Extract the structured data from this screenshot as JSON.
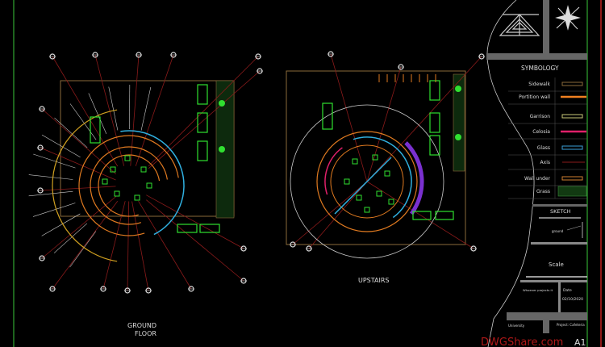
{
  "plans": {
    "ground_floor_label_1": "GROUND",
    "ground_floor_label_2": "FLOOR",
    "upstairs_label": "UPSTAIRS"
  },
  "symbology": {
    "title": "SYMBOLOGY",
    "items": [
      {
        "label": "Sidewalk",
        "color": "#8a6a3a"
      },
      {
        "label": "Portition  wall",
        "color": "#f08020"
      },
      {
        "label": "Garrison",
        "color": "#c8c878"
      },
      {
        "label": "Celosia",
        "color": "#e0206a"
      },
      {
        "label": "Glass",
        "color": "#3aa0d8"
      },
      {
        "label": "Axis",
        "color": "#8a1a1a"
      },
      {
        "label": "Wall under",
        "color": "#d08030"
      },
      {
        "label": "Grass",
        "color": "#3a8a3a"
      }
    ]
  },
  "title_block": {
    "sketch_title": "SKETCH",
    "sketch_note": "ground",
    "scale_label": "Scale",
    "designer": "Whoever projects it",
    "date_label": "Date",
    "date_value": "02/10/2020",
    "university": "University",
    "project": "Project: Cafeteria",
    "sheet": "A1"
  },
  "watermark": "DWGShare.com",
  "colors": {
    "frame_green": "#3ac83a",
    "frame_red": "#c02020",
    "axis": "#8a1a1a",
    "orange": "#e07a20",
    "cyan": "#30b0e0",
    "green": "#30e030"
  }
}
